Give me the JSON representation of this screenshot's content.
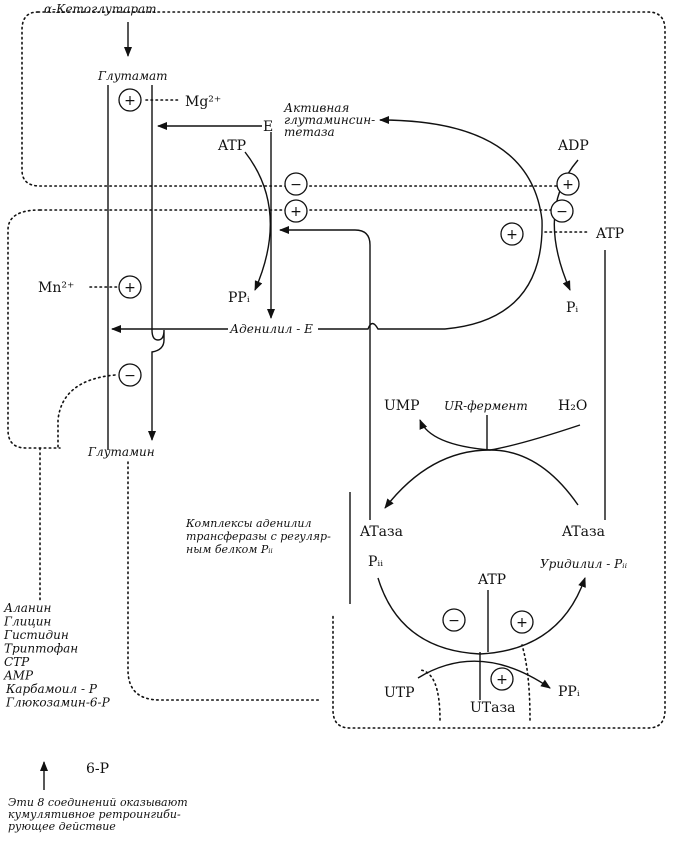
{
  "labels": {
    "ketoglutarate": "α-Кетоглутарат",
    "glutamate": "Глутамат",
    "glutamine": "Глутамин",
    "mg": "Mg²⁺",
    "mn": "Mn²⁺",
    "e": "E",
    "active_gs_1": "Активная",
    "active_gs_2": "глутаминсин-",
    "active_gs_3": "тетаза",
    "atp_left": "ATP",
    "pp_left": "PPᵢ",
    "adp": "ADP",
    "atp_right": "ATP",
    "pi": "Pᵢ",
    "adenylyl_e": "Аденилил - E",
    "ump": "UMP",
    "ur_enzyme": "UR-фермент",
    "h2o": "H₂O",
    "at_left": "ATаза",
    "pii": "Pᵢᵢ",
    "at_right": "ATаза",
    "uridylyl_pii": "Уридилил - Pᵢᵢ",
    "atp_bottom": "ATP",
    "utp": "UTP",
    "ut": "UTаза",
    "pp_bottom": "PPᵢ",
    "complex_1": "Комплексы аденилил",
    "complex_2": "трансферазы с регуляр-",
    "complex_3": "ным белком Pᵢᵢ",
    "six_p": "6-P",
    "note_1": "Эти 8 соединений оказывают",
    "note_2": "кумулятивное ретроингиби-",
    "note_3": "рующее действие"
  },
  "inhibitors": [
    "Аланин",
    "Глицин",
    "Гистидин",
    "Триптофан",
    "CTP",
    "AMP",
    "Карбамоил - P",
    "Глюкозамин-6-P"
  ],
  "signs": {
    "mg_plus": "+",
    "mn_plus": "+",
    "gln_minus": "−",
    "atp_minus": "−",
    "atp_plus": "+",
    "adp_plus": "+",
    "adp_minus": "−",
    "atp_right_plus": "+",
    "ut_minus": "−",
    "ut_plus_center": "+",
    "ut_plus_right": "+"
  }
}
